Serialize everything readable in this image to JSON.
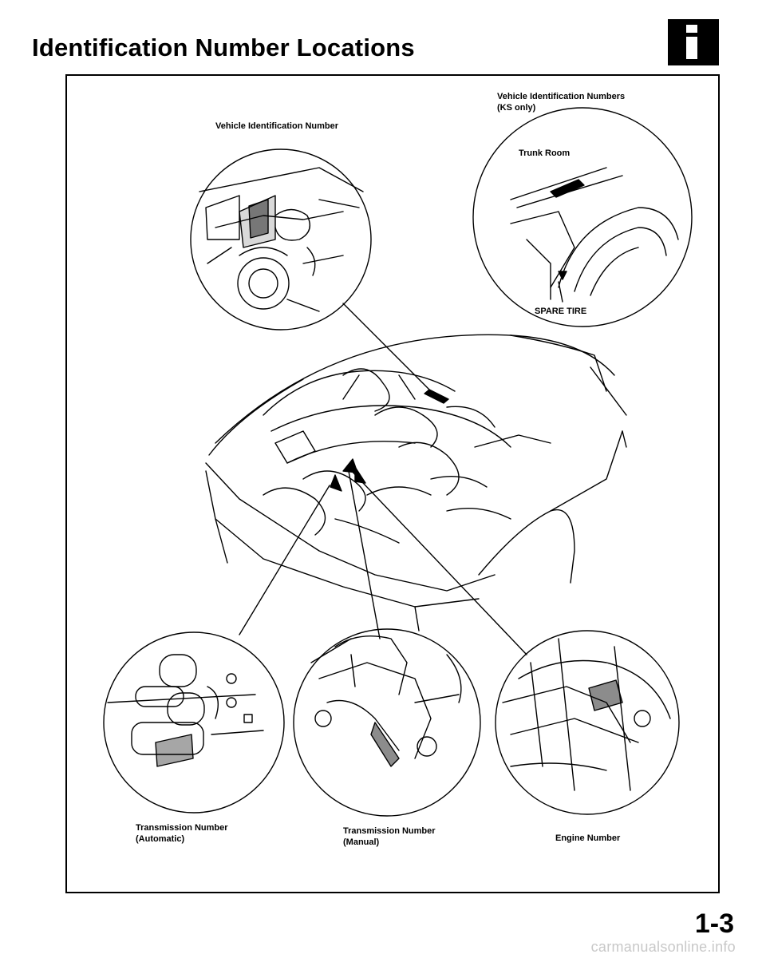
{
  "page": {
    "title": "Identification Number Locations",
    "section_icon": "info-icon",
    "page_number": "1-3",
    "watermark": "carmanualsonline.info"
  },
  "diagram": {
    "callouts": {
      "vin": "Vehicle Identification Number",
      "vin_ks_line1": "Vehicle Identification Numbers",
      "vin_ks_line2": "(KS only)",
      "trunk_room": "Trunk Room",
      "spare_tire": "SPARE TIRE",
      "trans_auto_line1": "Transmission Number",
      "trans_auto_line2": "(Automatic)",
      "trans_manual_line1": "Transmission Number",
      "trans_manual_line2": "(Manual)",
      "engine": "Engine Number"
    }
  }
}
